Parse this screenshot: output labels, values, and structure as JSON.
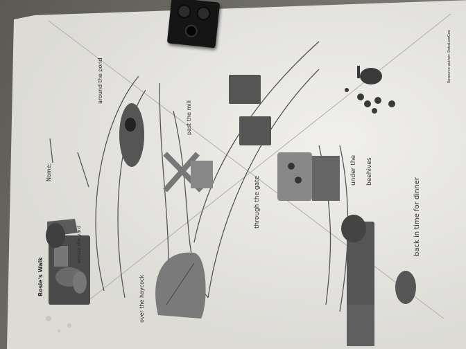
{
  "worksheet": {
    "title": "Rosie's Walk",
    "name_label": "Name:",
    "credit": "Resource author: DebsLowGoo",
    "phrases": {
      "across_the_yard": "across the yard",
      "around_the_pond": "around the pond",
      "past_the_mill": "past the mill",
      "over_the_haycock": "over the haycock",
      "through_the_gate": "through the gate",
      "under_the_beehives_1": "under the",
      "under_the_beehives_2": "beehives",
      "back_in_time": "back in time for dinner"
    }
  },
  "colors": {
    "paper": "#e8e7e2",
    "ink": "#2a2a2a",
    "brick": "#151515",
    "table": "#6e6c66"
  }
}
